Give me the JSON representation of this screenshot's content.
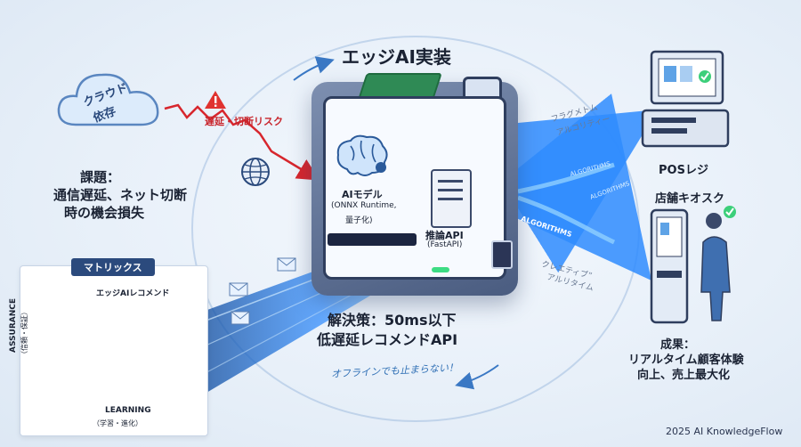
{
  "title": "エッジAI実装",
  "cloud": {
    "label_line1": "クラウド",
    "label_line2": "依存"
  },
  "risk": {
    "label": "遅延・切断リスク"
  },
  "problem": {
    "line1": "課題：",
    "line2": "通信遅延、ネット切断",
    "line3": "時の機会損失"
  },
  "ai_model": {
    "line1": "AIモデル",
    "line2": "(ONNX Runtime,",
    "line3": "量子化)"
  },
  "inference": {
    "line1": "推論API",
    "line2": "(FastAPI)"
  },
  "flows": {
    "upper_label_1": "フラグメトム",
    "upper_label_2": "アルコリティー",
    "middle_label_1": "ALGORITHMS",
    "middle_label_2": "ALGORITHMS",
    "middle_label_3": "ALGORITHMS",
    "lower_label_1": "クレエティブ”",
    "lower_label_2": "アルリタイム"
  },
  "pos": {
    "label": "POSレジ"
  },
  "kiosk": {
    "label": "店舗キオスク"
  },
  "outcome": {
    "line1": "成果：",
    "line2": "リアルタイム顧客体験",
    "line3": "向上、売上最大化"
  },
  "solution": {
    "line1": "解決策：50ms以下",
    "line2": "低遅延レコメンドAPI"
  },
  "offline": {
    "label": "オフラインでも止まらない！"
  },
  "matrix": {
    "tab": "マトリックス",
    "point_label": "エッジAIレコメンド",
    "y_label": "ASSURANCE",
    "y_sub": "（信頼・保証）",
    "x_label": "LEARNING",
    "x_sub": "（学習・進化）"
  },
  "footer": {
    "credit": "2025 AI KnowledgeFlow"
  },
  "colors": {
    "accent": "#2f6fb5",
    "risk": "#c8242b",
    "flow": "#3aa0ff",
    "navy": "#2b4a7d"
  }
}
